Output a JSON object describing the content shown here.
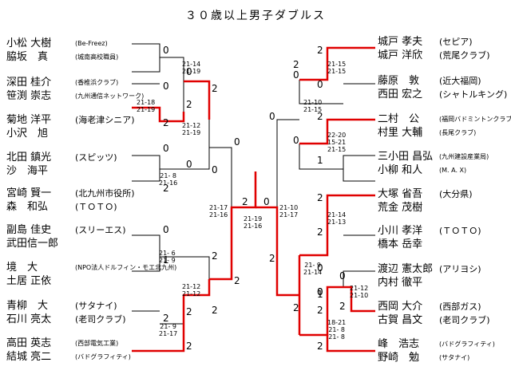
{
  "title": "３０歳以上男子ダブルス",
  "left_teams": [
    {
      "p1": "小松 大樹",
      "p2": "脇坂　真",
      "c1": "(Be-Freez)",
      "c2": "(城南高校職員)",
      "sm": true
    },
    {
      "p1": "深田 桂介",
      "p2": "笹渕 崇志",
      "c1": "(香椎浜クラブ)",
      "c2": "(九州通信ネットワーク)",
      "sm": true
    },
    {
      "p1": "菊地 洋平",
      "p2": "小沢　旭",
      "c1": "(海老津シニア)",
      "c2": "",
      "sm": false
    },
    {
      "p1": "北田 鎮光",
      "p2": "沙　海平",
      "c1": "(スピッツ)",
      "c2": "",
      "sm": false
    },
    {
      "p1": "宮崎 賢一",
      "p2": "森　和弘",
      "c1": "(北九州市役所)",
      "c2": "(ＴＯＴＯ)",
      "sm": false
    },
    {
      "p1": "副島 佳史",
      "p2": "武田信一郎",
      "c1": "(スリーエス)",
      "c2": "",
      "sm": false
    },
    {
      "p1": "境　大",
      "p2": "土居 正依",
      "c1": "(NPO法人ドルフィン・モエ北九州)",
      "c2": "",
      "sm": true
    },
    {
      "p1": "青柳　大",
      "p2": "石川 亮太",
      "c1": "(サタナイ)",
      "c2": "(老司クラブ)",
      "sm": false
    },
    {
      "p1": "高田 英志",
      "p2": "結城 亮二",
      "c1": "(西部電気工業)",
      "c2": "(バドグラフィティ)",
      "sm": true
    }
  ],
  "right_teams": [
    {
      "p1": "城戸 孝夫",
      "p2": "城戸 洋欣",
      "c1": "(セピア)",
      "c2": "(荒尾クラブ)",
      "sm": false
    },
    {
      "p1": "藤原　敦",
      "p2": "西田 宏之",
      "c1": "(近大福岡)",
      "c2": "(シャトルキング)",
      "sm": false
    },
    {
      "p1": "二村　公",
      "p2": "村里 大輔",
      "c1": "(福岡バドミントンクラブ)",
      "c2": "(長尾クラブ)",
      "sm": true
    },
    {
      "p1": "三小田 昌弘",
      "p2": "小柳 和人",
      "c1": "(九州建設産業局)",
      "c2": "(M. A. X)",
      "sm": true
    },
    {
      "p1": "大塚 省吾",
      "p2": "荒金 茂樹",
      "c1": "(大分県)",
      "c2": "",
      "sm": false
    },
    {
      "p1": "小川 孝洋",
      "p2": "橋本 岳幸",
      "c1": "(ＴＯＴＯ)",
      "c2": "",
      "sm": false
    },
    {
      "p1": "渡辺 憲太郎",
      "p2": "内村 徹平",
      "c1": "(アリヨシ)",
      "c2": "",
      "sm": false
    },
    {
      "p1": "西岡 大介",
      "p2": "古賀 昌文",
      "c1": "(西部ガス)",
      "c2": "(老司クラブ)",
      "sm": false
    },
    {
      "p1": "峰　浩志",
      "p2": "野崎　勉",
      "c1": "(バドグラフィティ)",
      "c2": "(サタナイ)",
      "sm": true
    }
  ],
  "scores": {
    "s1": "0",
    "s2": "0",
    "s3": "2",
    "s4": "2",
    "s5": "0",
    "s6": "0",
    "s7": "2",
    "s8": "0",
    "s9": "1",
    "s10": "2",
    "s11": "2",
    "s12": "0",
    "s13": "2",
    "s14": "2",
    "s15": "2",
    "s16": "2",
    "s17": "0",
    "s18": "2",
    "s19": "0",
    "s20": "2",
    "s21": "0",
    "r1": "2",
    "r2": "0",
    "r3": "2",
    "r4": "0",
    "r5": "2",
    "r6": "0",
    "r7": "1",
    "r8": "0",
    "r9": "2",
    "r10": "2",
    "r11": "2",
    "r12": "2",
    "r13": "0",
    "r14": "0",
    "r15": "2",
    "r16": "0",
    "r17": "2",
    "r18": "2",
    "r19": "0",
    "r20": "1"
  },
  "games": {
    "g1": "21-14\n21-19",
    "g2": "21-18\n21-19",
    "g3": "21-12\n21-19",
    "g4": "21- 8\n21-16",
    "g5": "21-17\n21-16",
    "g6": "21- 6\n21- 9",
    "g7": "21-12\n21-12",
    "g8": "21- 9\n21-17",
    "g9": "21-19\n21-16",
    "g10": "21-15\n21-15",
    "g11": "21-10\n21-15",
    "g12": "22-20\n15-21\n21-15",
    "g13": "21-10\n21-17",
    "g14": "21-14\n21-13",
    "g15": "21- 9\n21-14",
    "g16": "21-12\n21-10",
    "g17": "18-21\n21- 8\n21- 8"
  }
}
